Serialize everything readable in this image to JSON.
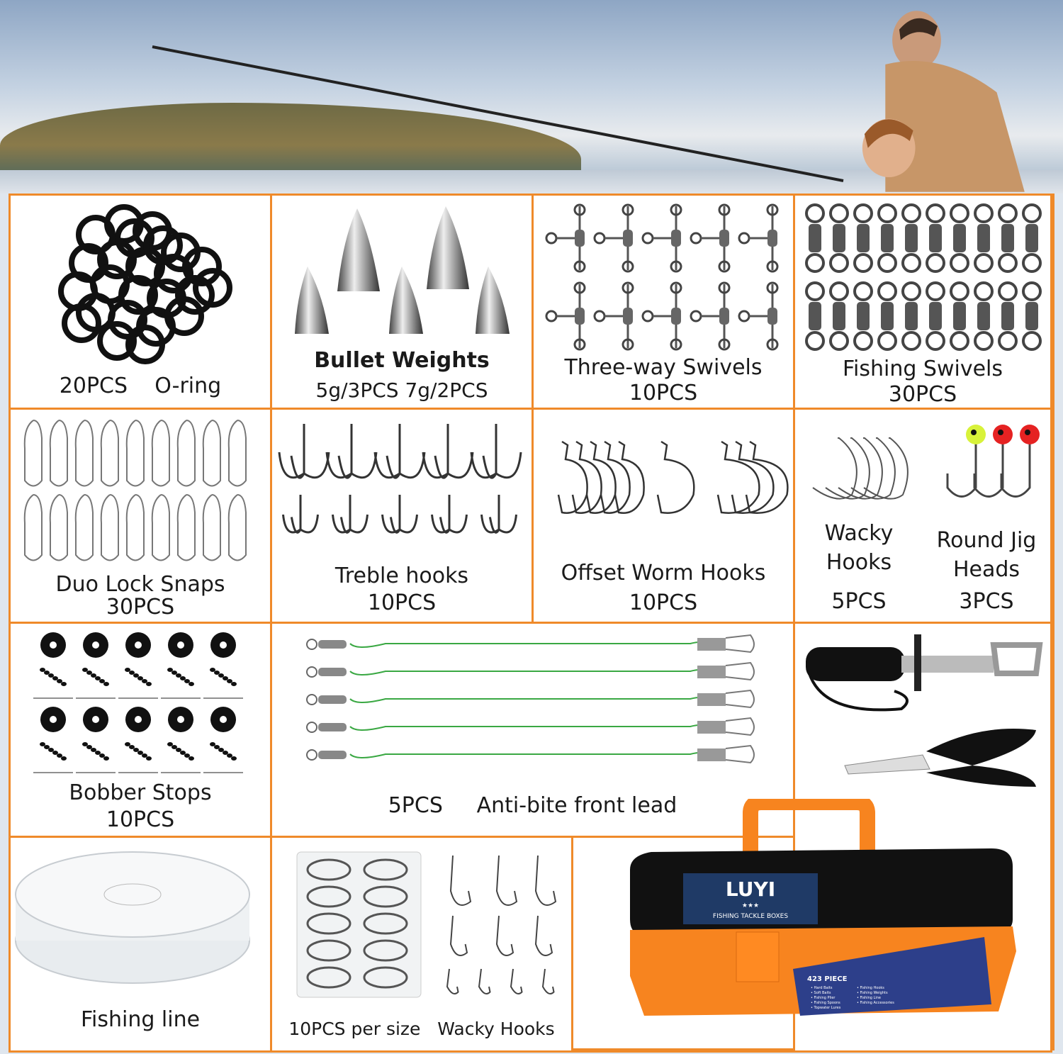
{
  "cells": {
    "oring": {
      "qty": "20PCS",
      "name": "O-ring"
    },
    "bullet": {
      "name": "Bullet Weights",
      "detail": "5g/3PCS 7g/2PCS",
      "marks": [
        "7",
        "7",
        "5",
        "5",
        "5"
      ]
    },
    "threeway": {
      "name": "Three-way Swivels",
      "qty": "10PCS"
    },
    "swivels": {
      "name": "Fishing Swivels",
      "qty": "30PCS"
    },
    "snaps": {
      "name": "Duo Lock Snaps",
      "qty": "30PCS"
    },
    "treble": {
      "name": "Treble hooks",
      "qty": "10PCS"
    },
    "offset": {
      "name": "Offset Worm Hooks",
      "qty": "10PCS"
    },
    "wacky": {
      "name": "Wacky\nHooks",
      "qty": "5PCS"
    },
    "jig": {
      "name": "Round Jig\nHeads",
      "qty": "3PCS"
    },
    "bobber": {
      "name": "Bobber Stops",
      "qty": "10PCS"
    },
    "lead": {
      "qty": "5PCS",
      "name": "Anti-bite front lead"
    },
    "line": {
      "name": "Fishing line"
    },
    "hookset": {
      "left": "10PCS per size",
      "right": "Wacky Hooks"
    },
    "box": {
      "brand": "LUYI",
      "stars": "★★★",
      "subtitle": "FISHING TACKLE BOXES",
      "label": "423 PIECE",
      "list": [
        "Hard Baits",
        "Soft Baits",
        "Fishing Plier",
        "Fishing Spoons",
        "Topwater Lures",
        "Fishing Hooks",
        "Fishing Weights",
        "Fishing Line",
        "Fishing Accessories"
      ]
    }
  },
  "colors": {
    "grid": "#ef8a2a",
    "box_orange": "#f7841f",
    "box_lid": "#111111"
  }
}
